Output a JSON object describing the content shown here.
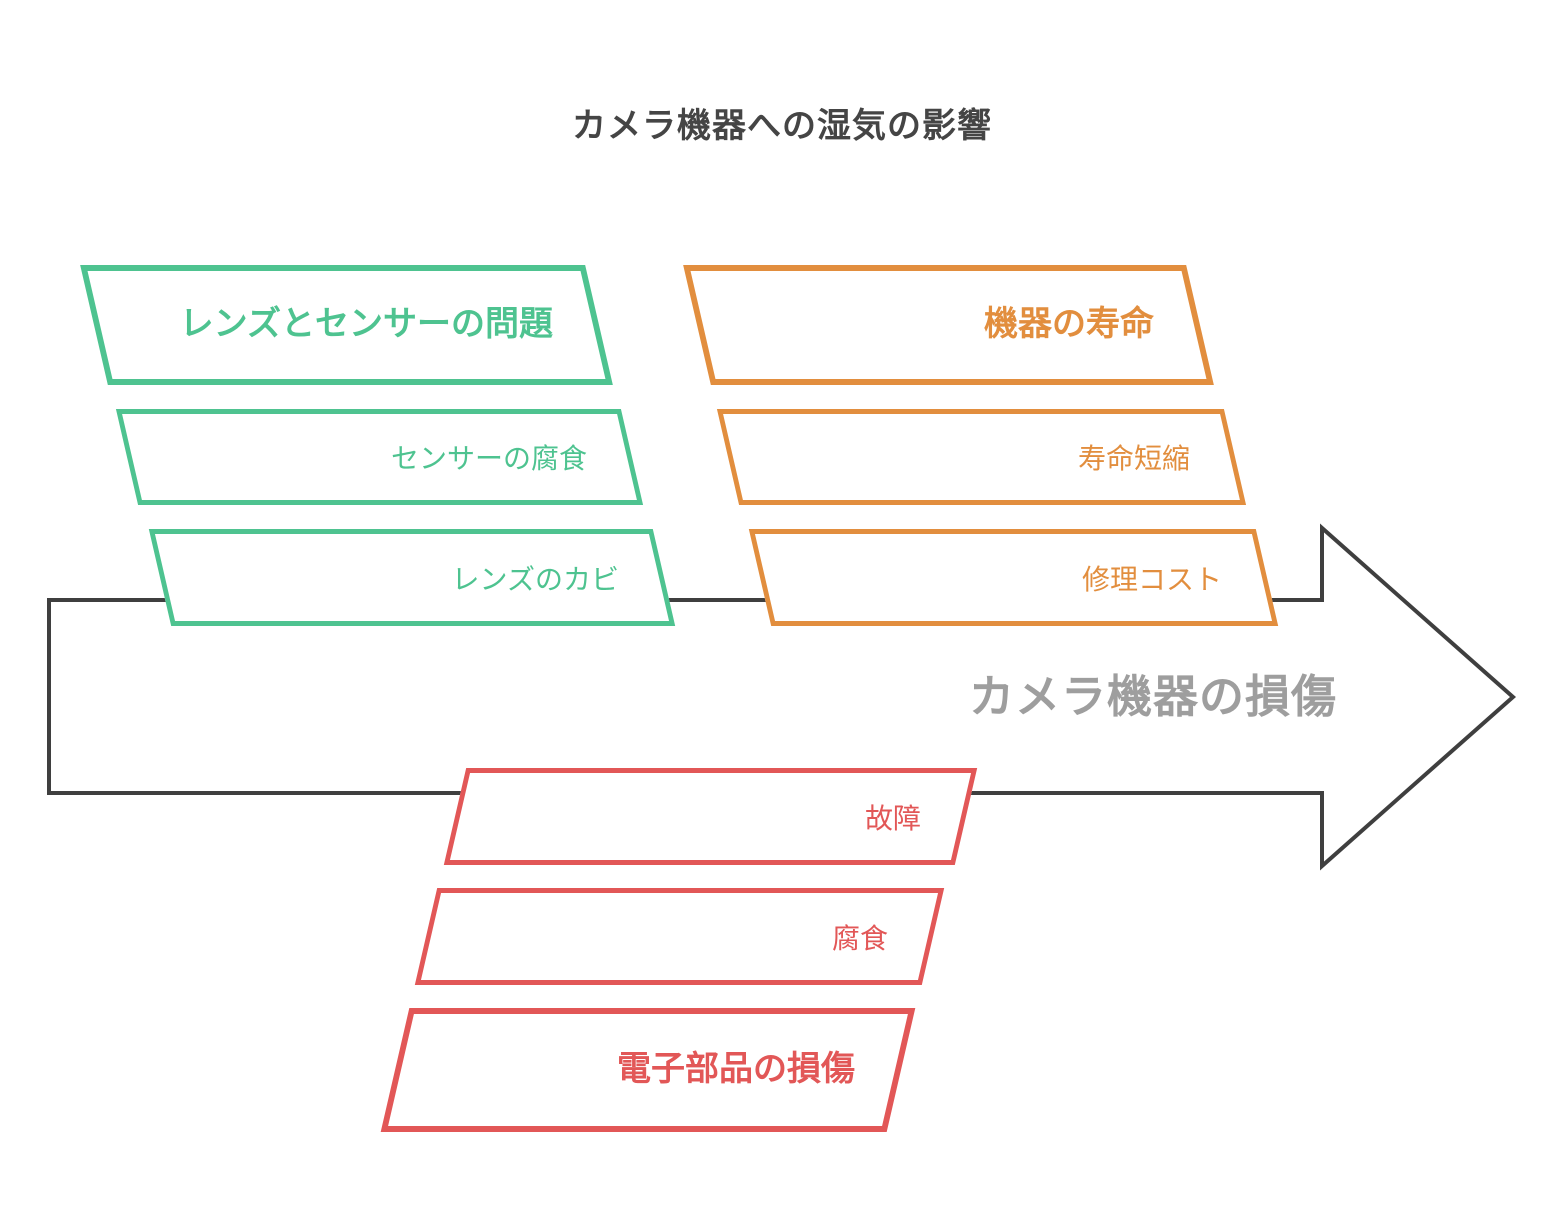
{
  "title": "カメラ機器への湿気の影響",
  "arrow": {
    "label": "カメラ機器の損傷",
    "outline_color": "#3F3F3F",
    "label_color": "#9E9E9E"
  },
  "groups": [
    {
      "header": "レンズとセンサーの問題",
      "color": "#4EC390",
      "position": "above-arrow",
      "items": [
        "センサーの腐食",
        "レンズのカビ"
      ]
    },
    {
      "header": "機器の寿命",
      "color": "#E28E3E",
      "position": "above-arrow",
      "items": [
        "寿命短縮",
        "修理コスト"
      ]
    },
    {
      "header": "電子部品の損傷",
      "color": "#E25757",
      "position": "below-arrow",
      "items": [
        "故障",
        "腐食"
      ]
    }
  ]
}
